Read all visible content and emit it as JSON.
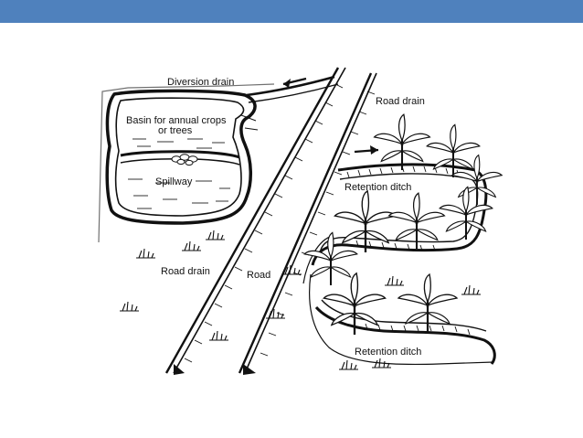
{
  "colors": {
    "top_bar": "#4f81bd",
    "ink": "#111111",
    "paper": "#ffffff"
  },
  "diagram": {
    "labels": {
      "diversion_drain": "Diversion drain",
      "basin_line1": "Basin for annual crops",
      "basin_line2": "or trees",
      "spillway": "Spillway",
      "road_drain_top": "Road drain",
      "retention_ditch_upper": "Retention ditch",
      "road_drain_left": "Road drain",
      "road": "Road",
      "retention_ditch_lower": "Retention ditch"
    },
    "icons": [
      "arrow-left-icon",
      "arrow-right-icon",
      "plant-icon",
      "grass-tuft-icon"
    ]
  }
}
